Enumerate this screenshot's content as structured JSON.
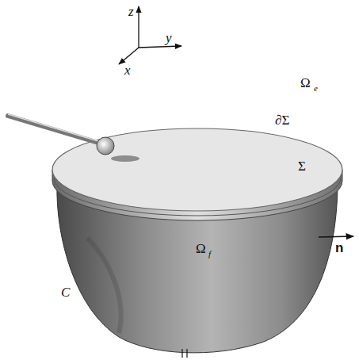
{
  "diagram": {
    "labels": [
      "z",
      "y",
      "x",
      "Ω",
      "e",
      "∂Σ",
      "Σ",
      "Ω",
      "f",
      "n",
      "C"
    ]
  }
}
